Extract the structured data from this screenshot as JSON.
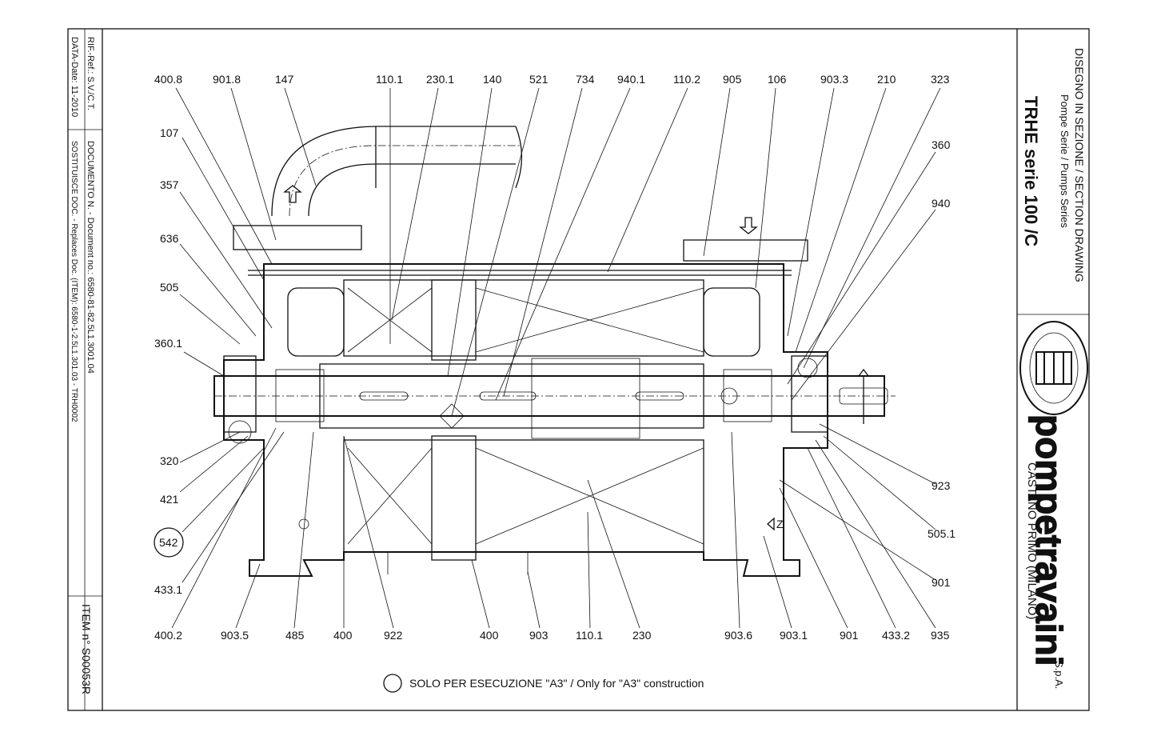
{
  "left_strip": {
    "ref_label": "RIF.-Ref.: S.V./C.T.",
    "date_label": "DATA-Date: 11-2010",
    "document_label": "DOCUMENTO N. - Document no.: 6580-81-82.5L1.3001.04",
    "replaces_label": "SOSTITUISCE DOC. - Replaces Doc. (ITEM): 6580-1-2.5L1.301.03 - TRH0002",
    "item_label": "ITEM n° S00053R"
  },
  "title_block": {
    "line1": "DISEGNO IN SEZIONE / SECTION DRAWING",
    "line2": "Pompe Serie / Pumps Series",
    "series": "TRHE serie 100 /C",
    "company": "pompetravaini",
    "company_suffix": "S.p.A.",
    "city": "CASTANO PRIMO  (MILANO)"
  },
  "footer_note": "SOLO PER ESECUZIONE \"A3\" / Only for \"A3\" construction",
  "top_labels": [
    "400.8",
    "901.8",
    "147",
    "110.1",
    "230.1",
    "140",
    "521",
    "734",
    "940.1",
    "110.2",
    "905",
    "106",
    "903.3",
    "210",
    "323"
  ],
  "left_labels": [
    "107",
    "357",
    "636",
    "505",
    "360.1",
    "320",
    "421",
    "542",
    "433.1"
  ],
  "right_labels": [
    "360",
    "940",
    "923",
    "505.1",
    "901"
  ],
  "bottom_labels": [
    "400.2",
    "903.5",
    "485",
    "400",
    "922",
    "400",
    "903",
    "110.1",
    "230",
    "903.6",
    "903.1",
    "901",
    "433.2",
    "935"
  ],
  "z_label": "Z"
}
